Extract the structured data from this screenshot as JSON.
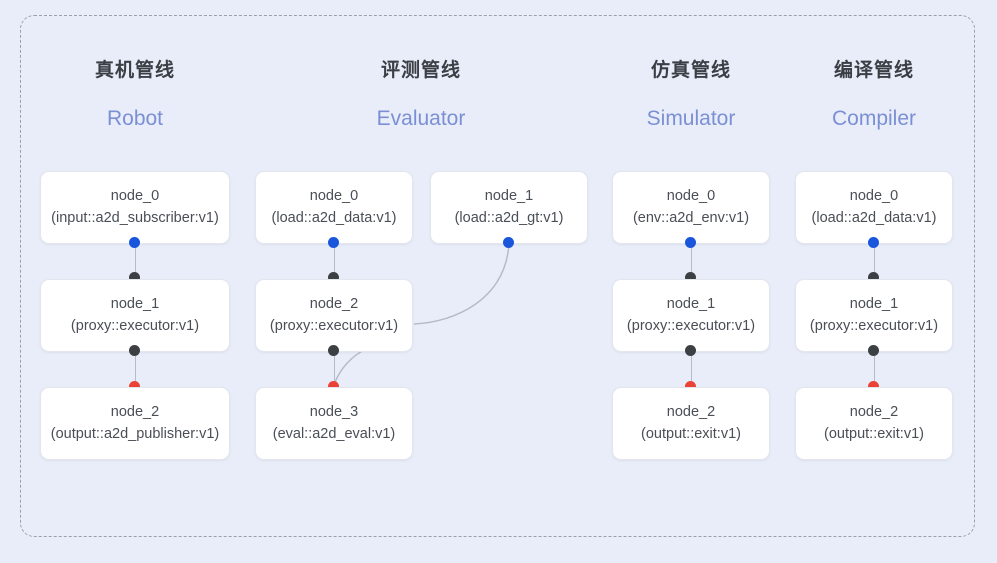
{
  "diagram": {
    "colors": {
      "background": "#e8edf9",
      "frame_border": "#9aa0ab",
      "node_fill": "#ffffff",
      "node_border": "#e3e6ec",
      "title_text": "#3b3f45",
      "subtitle_text": "#7b8fd4",
      "port_out": "#1a56db",
      "port_relay": "#3c4043",
      "port_in": "#ea4335",
      "edge": "#b6bcc7"
    },
    "columns": [
      {
        "key": "robot",
        "title": "真机管线",
        "subtitle": "Robot",
        "nodes": [
          {
            "id": "node_0",
            "kind": "(input::a2d_subscriber:v1)"
          },
          {
            "id": "node_1",
            "kind": "(proxy::executor:v1)"
          },
          {
            "id": "node_2",
            "kind": "(output::a2d_publisher:v1)"
          }
        ]
      },
      {
        "key": "evaluator",
        "title": "评测管线",
        "subtitle": "Evaluator",
        "nodes": [
          {
            "id": "node_0",
            "kind": "(load::a2d_data:v1)"
          },
          {
            "id": "node_1",
            "kind": "(load::a2d_gt:v1)"
          },
          {
            "id": "node_2",
            "kind": "(proxy::executor:v1)"
          },
          {
            "id": "node_3",
            "kind": "(eval::a2d_eval:v1)"
          }
        ]
      },
      {
        "key": "simulator",
        "title": "仿真管线",
        "subtitle": "Simulator",
        "nodes": [
          {
            "id": "node_0",
            "kind": "(env::a2d_env:v1)"
          },
          {
            "id": "node_1",
            "kind": "(proxy::executor:v1)"
          },
          {
            "id": "node_2",
            "kind": "(output::exit:v1)"
          }
        ]
      },
      {
        "key": "compiler",
        "title": "编译管线",
        "subtitle": "Compiler",
        "nodes": [
          {
            "id": "node_0",
            "kind": "(load::a2d_data:v1)"
          },
          {
            "id": "node_1",
            "kind": "(proxy::executor:v1)"
          },
          {
            "id": "node_2",
            "kind": "(output::exit:v1)"
          }
        ]
      }
    ]
  }
}
